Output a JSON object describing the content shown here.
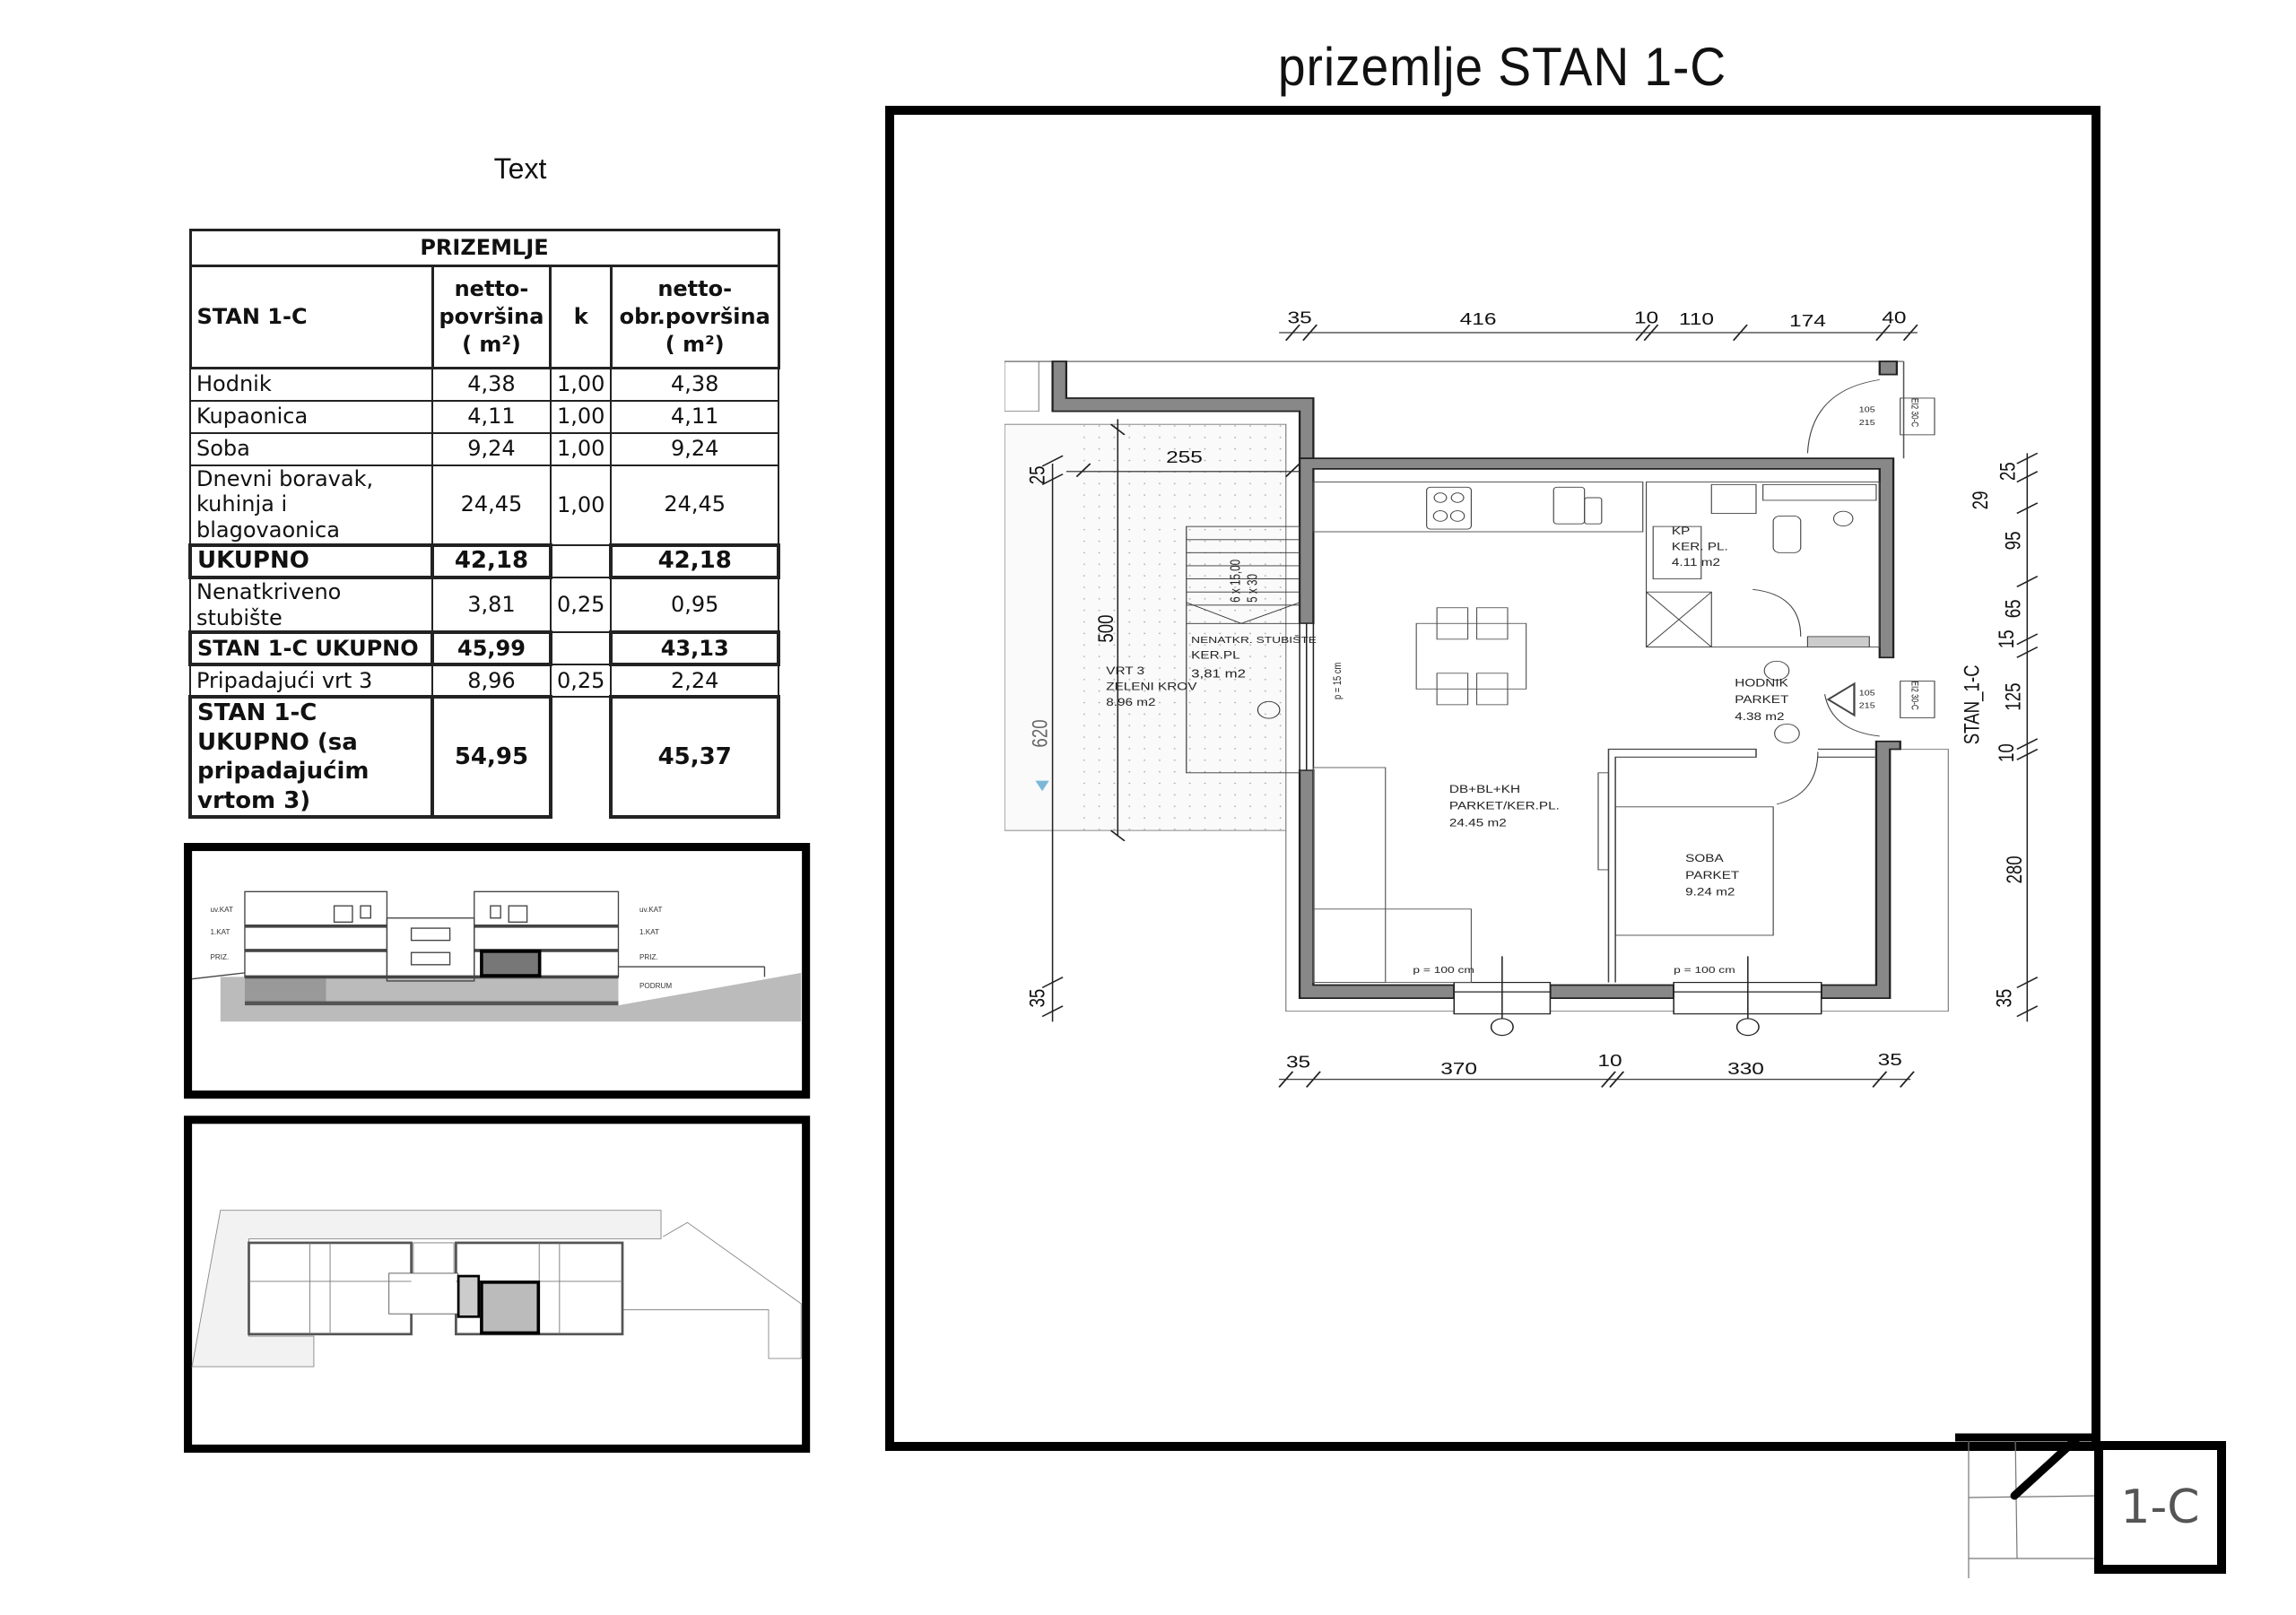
{
  "title": "prizemlje  STAN  1-C",
  "text_label": "Text",
  "table": {
    "section": "PRIZEMLJE",
    "head": {
      "name": "STAN 1-C",
      "col1": [
        "netto-",
        "površina",
        "( m²)"
      ],
      "col2": "k",
      "col3": [
        "netto-",
        "obr.površina",
        "( m²)"
      ]
    },
    "rows": [
      {
        "name": "Hodnik",
        "netto": "4,38",
        "k": "1,00",
        "obr": "4,38"
      },
      {
        "name": "Kupaonica",
        "netto": "4,11",
        "k": "1,00",
        "obr": "4,11"
      },
      {
        "name": "Soba",
        "netto": "9,24",
        "k": "1,00",
        "obr": "9,24"
      },
      {
        "name": "Dnevni boravak, kuhinja i blagovaonica",
        "netto": "24,45",
        "k": "1,00",
        "obr": "24,45"
      },
      {
        "name": "UKUPNO",
        "netto": "42,18",
        "k": "",
        "obr": "42,18"
      },
      {
        "name": "Nenatkriveno stubište",
        "netto": "3,81",
        "k": "0,25",
        "obr": "0,95"
      },
      {
        "name": "STAN 1-C UKUPNO",
        "netto": "45,99",
        "k": "",
        "obr": "43,13"
      },
      {
        "name": "Pripadajući vrt 3",
        "netto": "8,96",
        "k": "0,25",
        "obr": "2,24"
      },
      {
        "name": "STAN 1-C UKUPNO (sa pripadajućim vrtom 3)",
        "netto": "54,95",
        "k": "",
        "obr": "45,37"
      }
    ]
  },
  "section_thumb": {
    "labels": [
      "uv.KAT",
      "1.KAT",
      "PRIZ.",
      "uv.KAT",
      "1.KAT",
      "PRIZ.",
      "PODRUM"
    ]
  },
  "plan": {
    "dims_top": [
      "35",
      "416",
      "10",
      "110",
      "174",
      "40"
    ],
    "dims_bottom": [
      "35",
      "370",
      "10",
      "330",
      "35"
    ],
    "dims_right": [
      "25",
      "29",
      "95",
      "65",
      "15",
      "125",
      "10",
      "280",
      "35"
    ],
    "dims_left": [
      "25",
      "255",
      "500",
      "620",
      "35"
    ],
    "unit_label": "STAN_1-C",
    "rooms": {
      "vrt": [
        "VRT 3",
        "ZELENI KROV",
        "8.96      m2"
      ],
      "stubiste": [
        "NENATKR. STUBIŠTE",
        "KER.PL",
        "3,81  m2"
      ],
      "kp": [
        "KP",
        "KER. PL.",
        "4.11      m2"
      ],
      "hodnik": [
        "HODNIK",
        "PARKET",
        "4.38      m2"
      ],
      "dnevni": [
        "DB+BL+KH",
        "PARKET/KER.PL.",
        "24.45      m2"
      ],
      "soba": [
        "SOBA",
        "PARKET",
        "9.24      m2"
      ]
    },
    "stairs": [
      "6 x 15,00",
      "5 x 30"
    ],
    "stair_p": "p = 15 cm",
    "window_p": [
      "p = 100 cm",
      "p = 100 cm"
    ],
    "door_code": [
      "EI2 30-C",
      "EI2 30-C"
    ],
    "door_size": [
      "105",
      "215",
      "105",
      "215"
    ]
  },
  "corner_label": "1-C"
}
